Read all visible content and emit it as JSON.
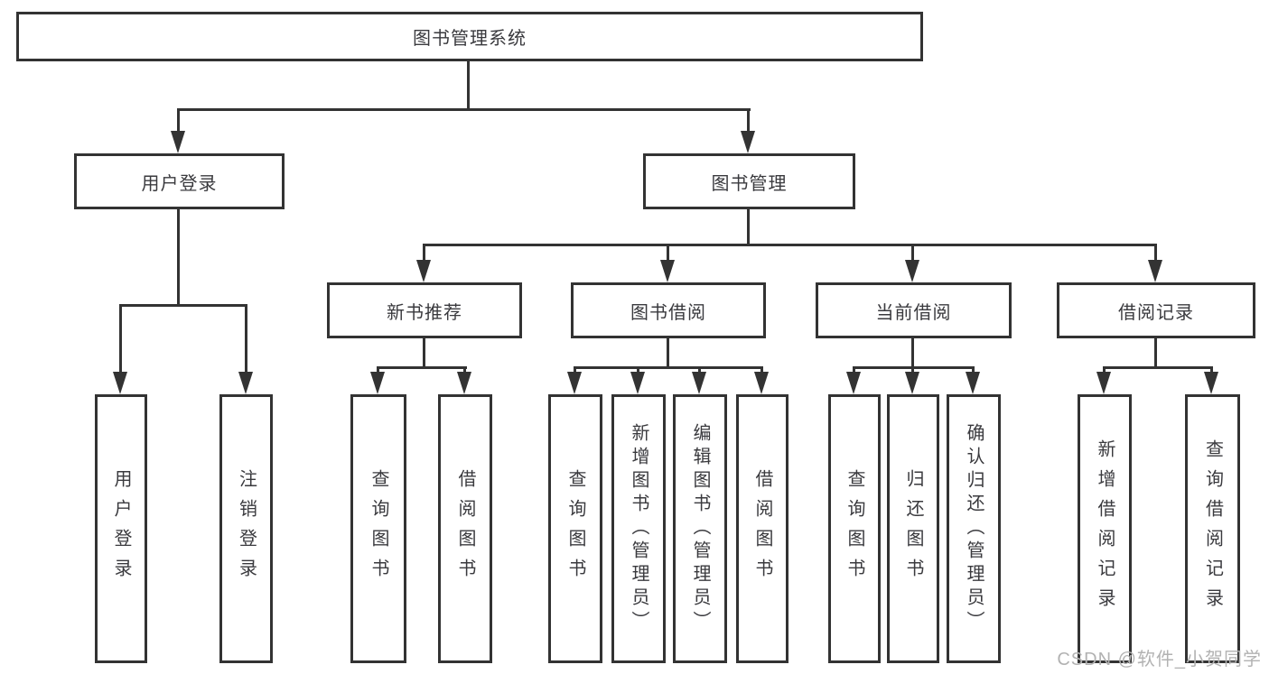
{
  "tree": {
    "root": {
      "label": "图书管理系统"
    },
    "login": {
      "label": "用户登录",
      "children": [
        {
          "label": "用户登录"
        },
        {
          "label": "注销登录"
        }
      ]
    },
    "mgmt": {
      "label": "图书管理",
      "sections": [
        {
          "label": "新书推荐",
          "children": [
            {
              "label": "查询图书"
            },
            {
              "label": "借阅图书"
            }
          ]
        },
        {
          "label": "图书借阅",
          "children": [
            {
              "label": "查询图书"
            },
            {
              "label": "新增图书（管理员）"
            },
            {
              "label": "编辑图书（管理员）"
            },
            {
              "label": "借阅图书"
            }
          ]
        },
        {
          "label": "当前借阅",
          "children": [
            {
              "label": "查询图书"
            },
            {
              "label": "归还图书"
            },
            {
              "label": "确认归还（管理员）"
            }
          ]
        },
        {
          "label": "借阅记录",
          "children": [
            {
              "label": "新增借阅记录"
            },
            {
              "label": "查询借阅记录"
            }
          ]
        }
      ]
    }
  },
  "watermark": {
    "text": "CSDN @软件_小贺同学"
  },
  "colors": {
    "line": "#333333",
    "text": "#3a3a3e",
    "watermark": "#b2b2b2",
    "background": "#ffffff"
  }
}
